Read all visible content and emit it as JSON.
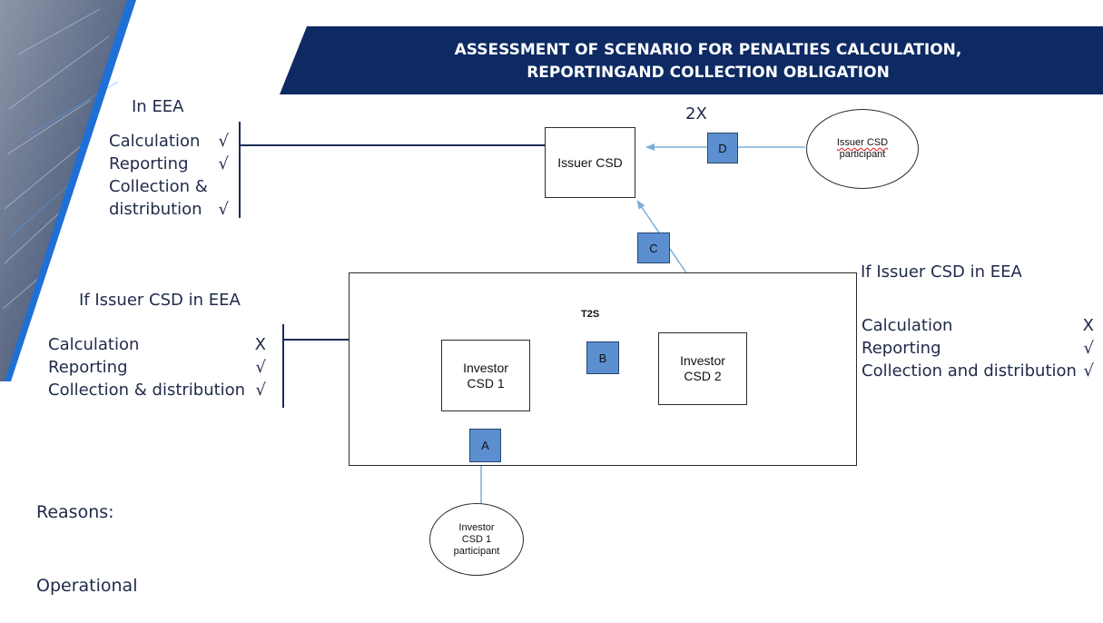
{
  "header": {
    "title_line1": "ASSESSMENT OF SCENARIO FOR PENALTIES CALCULATION,",
    "title_line2": "REPORTINGAND COLLECTION OBLIGATION"
  },
  "nodes": {
    "issuer_csd": "Issuer CSD",
    "issuer_participant_line1": "Issuer CSD",
    "issuer_participant_line2": "participant",
    "t2s": "T2S",
    "investor_csd1_line1": "Investor",
    "investor_csd1_line2": "CSD 1",
    "investor_csd2_line1": "Investor",
    "investor_csd2_line2": "CSD 2",
    "investor_participant_line1": "Investor",
    "investor_participant_line2": "CSD 1",
    "investor_participant_line3": "participant"
  },
  "flows": {
    "a": "A",
    "b": "B",
    "c": "C",
    "d": "D",
    "d_multiplier": "2X"
  },
  "in_eea": {
    "heading": "In EEA",
    "rows": [
      {
        "label": "Calculation",
        "mark": "√"
      },
      {
        "label": "Reporting",
        "mark": "√"
      },
      {
        "label": "Collection &",
        "mark": ""
      },
      {
        "label": "distribution",
        "mark": "√"
      }
    ]
  },
  "left_panel": {
    "heading": "If Issuer CSD in EEA",
    "rows": [
      {
        "label": "Calculation",
        "mark": "X"
      },
      {
        "label": "Reporting",
        "mark": "√"
      },
      {
        "label": "Collection & distribution",
        "mark": "√"
      }
    ]
  },
  "right_panel": {
    "heading": "If Issuer CSD in EEA",
    "rows": [
      {
        "label": "Calculation",
        "mark": "X"
      },
      {
        "label": "Reporting",
        "mark": "√"
      },
      {
        "label": "Collection and distribution",
        "mark": "√"
      }
    ]
  },
  "reasons": {
    "line1": "Reasons:",
    "line2": "Operational"
  },
  "colors": {
    "banner": "#0d2a63",
    "square_fill": "#5b8fd0",
    "arrow": "#7aaedb",
    "bracket": "#1a2b5a",
    "text": "#1f2a4a"
  }
}
